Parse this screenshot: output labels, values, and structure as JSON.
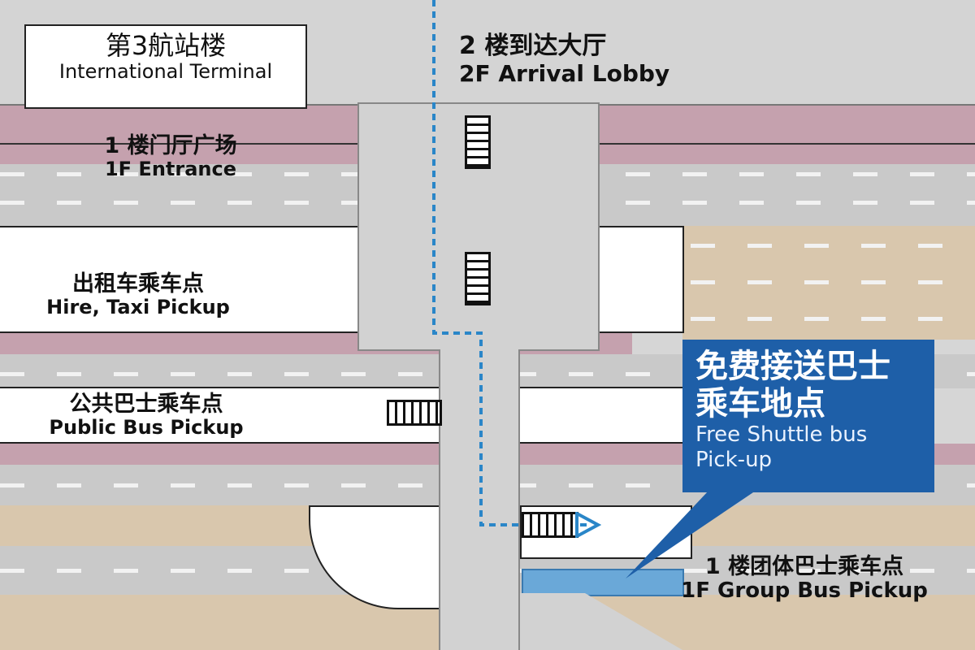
{
  "terminal": {
    "zh": "第3航站楼",
    "en": "International Terminal"
  },
  "arrival_lobby": {
    "zh": "2 楼到达大厅",
    "en": "2F Arrival Lobby"
  },
  "entrance": {
    "zh": "1 楼门厅广场",
    "en": "1F Entrance"
  },
  "taxi": {
    "zh": "出租车乘车点",
    "en": "Hire, Taxi Pickup"
  },
  "public_bus": {
    "zh": "公共巴士乘车点",
    "en": "Public Bus Pickup"
  },
  "shuttle": {
    "zh_line1": "免费接送巴士",
    "zh_line2": "乘车地点",
    "en_line1": "Free Shuttle bus",
    "en_line2": "Pick-up"
  },
  "group_bus": {
    "zh": "1 楼团体巴士乘车点",
    "en": "1F Group Bus Pickup"
  },
  "colors": {
    "callout_blue": "#1e5fa8",
    "route_blue": "#2a86c8",
    "plaza_pink": "#c29aa8",
    "sand": "#d9c7ad"
  },
  "icons": [
    "stairs-icon",
    "escalator-icon",
    "route-arrow-icon"
  ]
}
